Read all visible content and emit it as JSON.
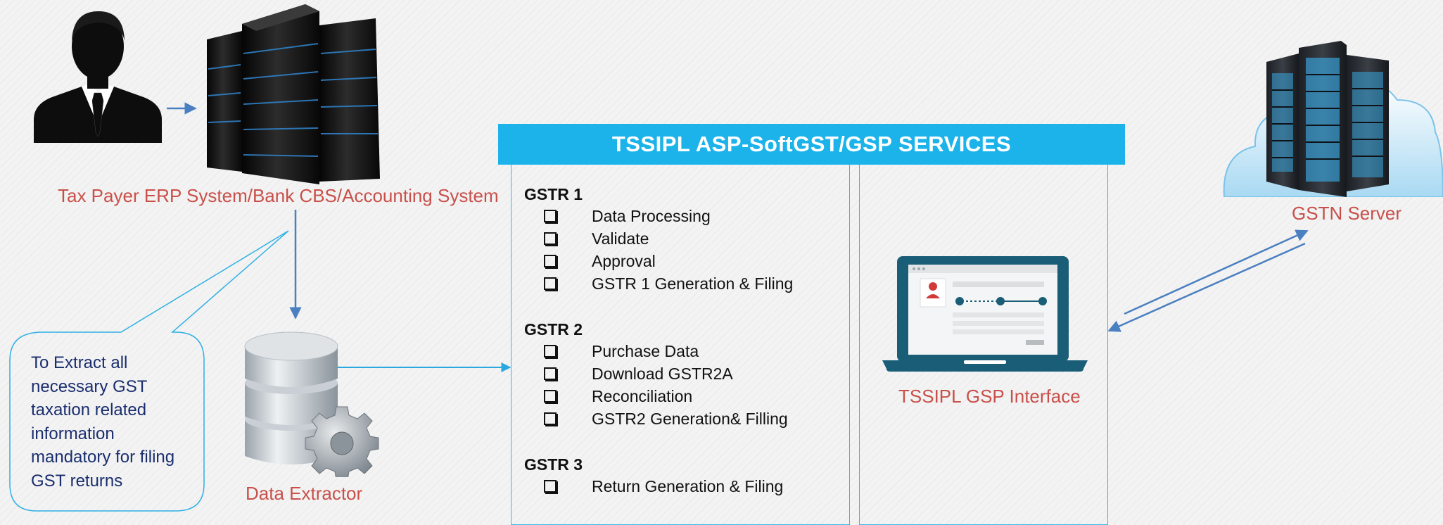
{
  "erp_label": "Tax Payer ERP System/Bank CBS/Accounting System",
  "extractor_label": "Data Extractor",
  "gsp_interface_label": "TSSIPL GSP Interface",
  "gstn_label": "GSTN Server",
  "banner_title": "TSSIPL ASP-SoftGST/GSP SERVICES",
  "callout_text": "To Extract all necessary GST taxation related information mandatory for filing GST returns",
  "gstr_sections": [
    {
      "title": "GSTR 1",
      "items": [
        "Data Processing",
        "Validate",
        "Approval",
        "GSTR 1 Generation & Filing"
      ]
    },
    {
      "title": "GSTR 2",
      "items": [
        "Purchase Data",
        "Download GSTR2A",
        "Reconciliation",
        "GSTR2 Generation& Filling"
      ]
    },
    {
      "title": "GSTR 3",
      "items": [
        "Return Generation & Filing"
      ]
    }
  ],
  "icons": {
    "taxpayer": "person-silhouette-icon",
    "erp": "server-tower-icon",
    "extractor": "database-gear-icon",
    "interface": "laptop-icon",
    "gstn": "cloud-server-icon"
  },
  "colors": {
    "banner": "#1bb3ea",
    "panel_border": "#33b8e6",
    "label_red": "#c9504a",
    "arrow_blue": "#4a7fc1",
    "callout_text": "#1a2e6e"
  }
}
